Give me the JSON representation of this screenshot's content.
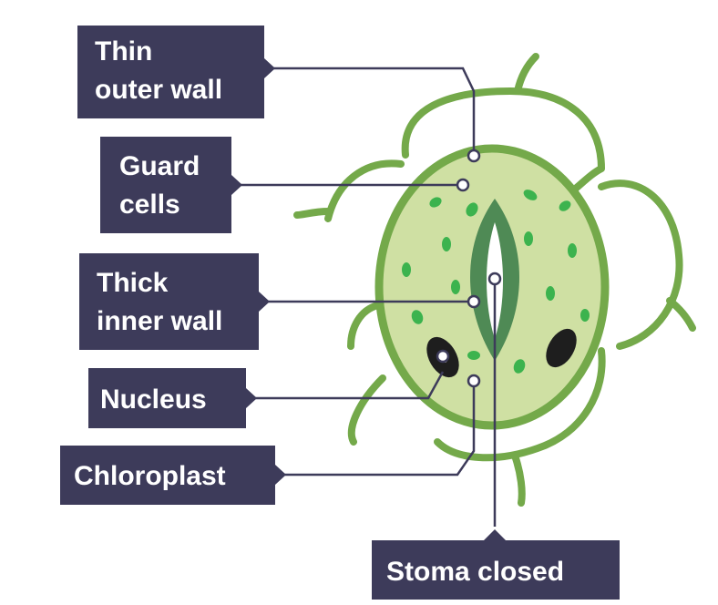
{
  "labels": {
    "thin_outer_wall": [
      "Thin",
      "outer wall"
    ],
    "guard_cells": [
      "Guard",
      "cells"
    ],
    "thick_inner_wall": [
      "Thick",
      "inner wall"
    ],
    "nucleus": "Nucleus",
    "chloroplast": "Chloroplast",
    "stoma": "Stoma closed"
  },
  "colors": {
    "label_box": "#3d3b5a",
    "label_text": "#ffffff",
    "leader_line": "#3d3b5a",
    "cell_outline": "#74a94a",
    "guard_cell_fill": "#cfe0a3",
    "chloroplast": "#3cb34e",
    "pore_lips": "#4f8a55",
    "nucleus": "#1e1e1e"
  }
}
